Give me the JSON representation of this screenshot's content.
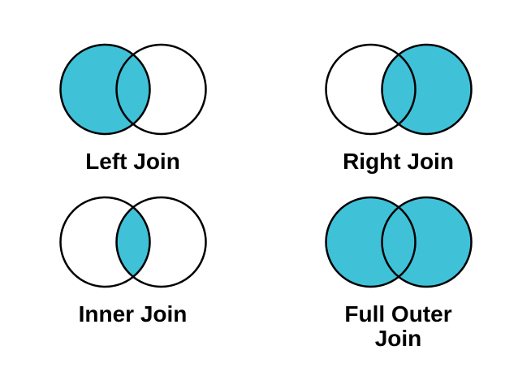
{
  "colors": {
    "accent": "#3FC1D8",
    "stroke": "#000000",
    "background": "#ffffff"
  },
  "diagrams": [
    {
      "label": "Left Join",
      "filled_regions": {
        "left_circle": true,
        "right_circle": false,
        "intersection": true
      }
    },
    {
      "label": "Right Join",
      "filled_regions": {
        "left_circle": false,
        "right_circle": true,
        "intersection": true
      }
    },
    {
      "label": "Inner Join",
      "filled_regions": {
        "left_circle": false,
        "right_circle": false,
        "intersection": true
      }
    },
    {
      "label": "Full Outer Join",
      "filled_regions": {
        "left_circle": true,
        "right_circle": true,
        "intersection": true
      }
    }
  ]
}
